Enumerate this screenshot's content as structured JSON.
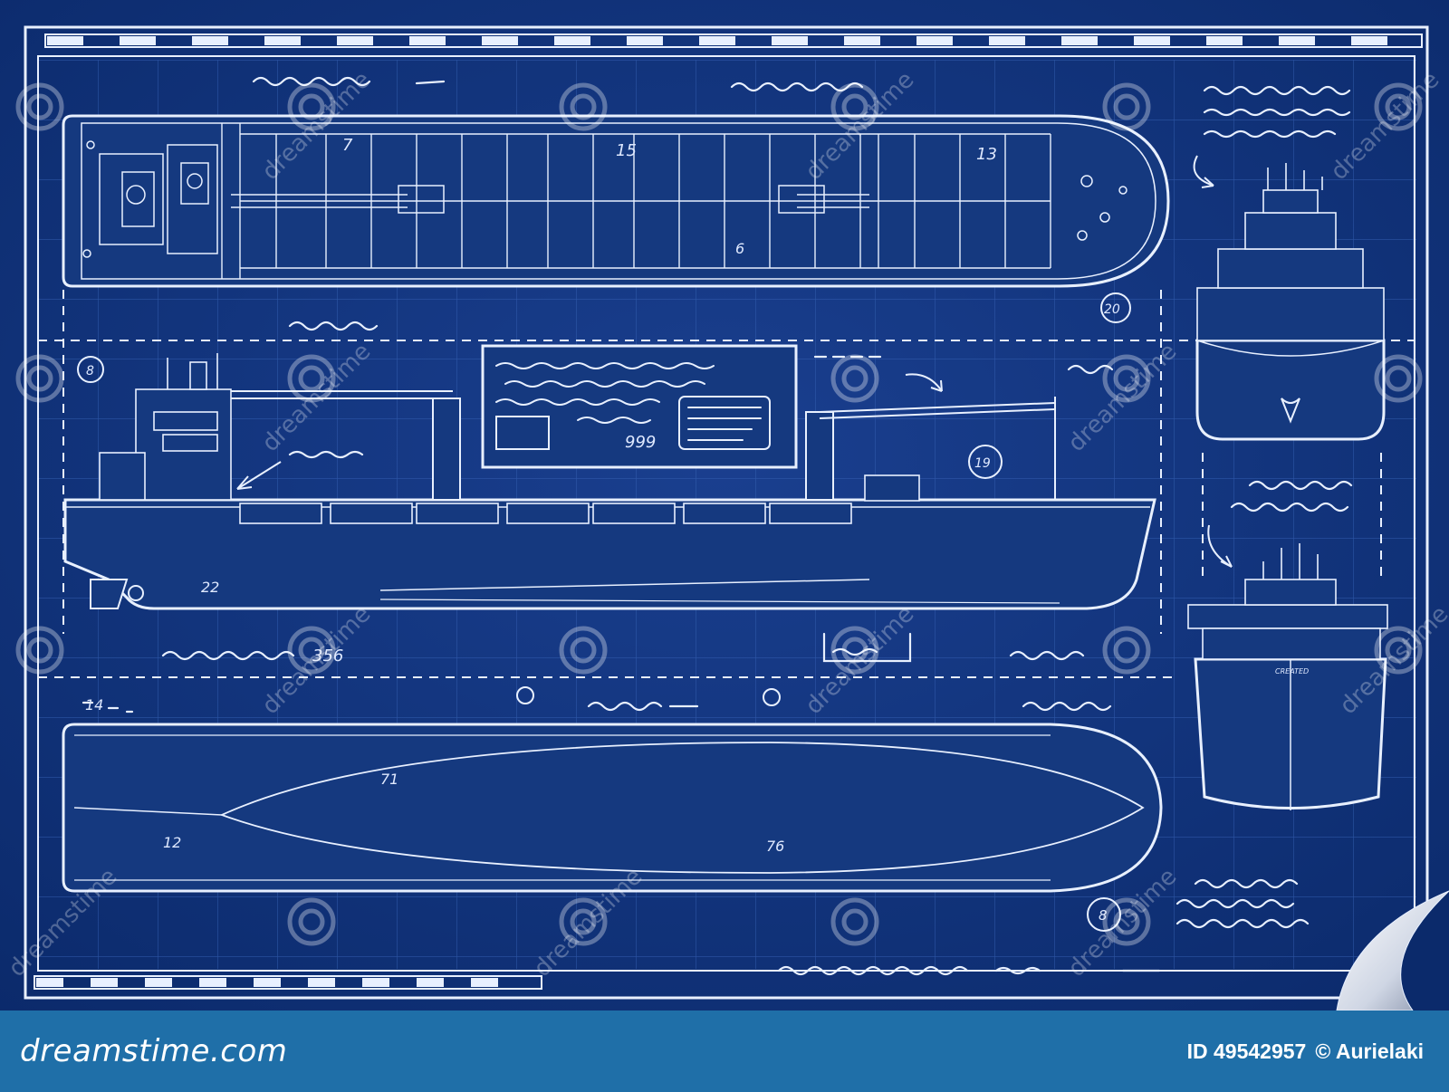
{
  "drawing": {
    "colors": {
      "paper": "#0b2a6b",
      "paper_light": "#1a3f8f",
      "line": "#e8f0ff",
      "grid": "#2b55a8",
      "footer": "#1f6fa8"
    },
    "labels": {
      "top_deck_7": "7",
      "top_deck_15": "15",
      "top_deck_13": "13",
      "top_deck_6": "6",
      "circle_20": "20",
      "circle_8_left": "8",
      "circle_19": "19",
      "side_22": "22",
      "note_356": "356",
      "board_999": "999",
      "note_14": "14",
      "bottom_12": "12",
      "bottom_71": "71",
      "bottom_76": "76",
      "circle_8_bottom": "8",
      "bow_name": "CREATED"
    },
    "watermark": "dreamstime"
  },
  "footer": {
    "brand": "dreamstime.com",
    "id_label": "ID 49542957",
    "author": "© Aurielaki"
  }
}
